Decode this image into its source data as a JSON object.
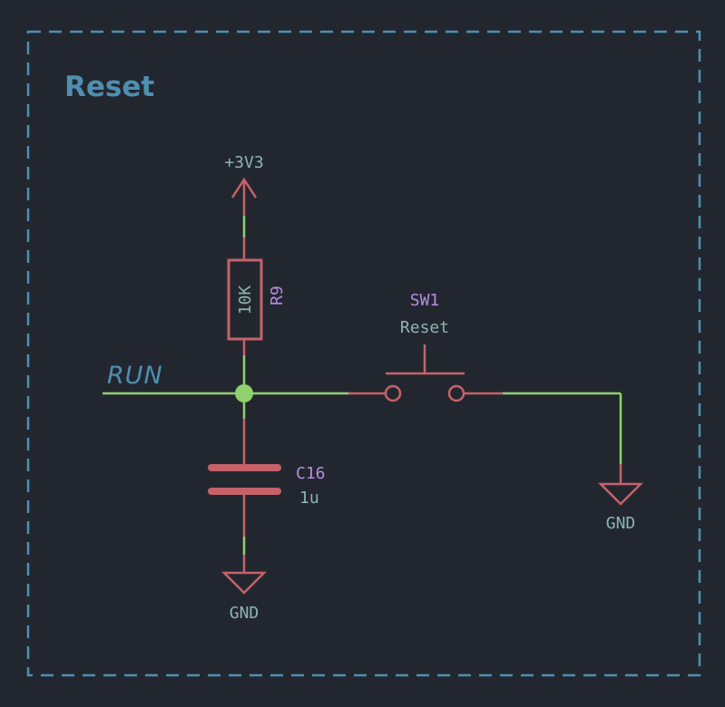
{
  "sheet": {
    "title": "Reset",
    "net_label": "RUN"
  },
  "power": {
    "supply_label": "+3V3",
    "ground_left_label": "GND",
    "ground_right_label": "GND"
  },
  "resistor": {
    "ref": "R9",
    "value": "10K"
  },
  "capacitor": {
    "ref": "C16",
    "value": "1u"
  },
  "switch": {
    "ref": "SW1",
    "value": "Reset"
  },
  "colors": {
    "background": "#22272f",
    "border": "#4f8fb1",
    "wire": "#8fd16e",
    "component": "#c6616a",
    "ref_text": "#b88be3",
    "value_text": "#8cb5b0",
    "title_text": "#4f8fb1"
  }
}
